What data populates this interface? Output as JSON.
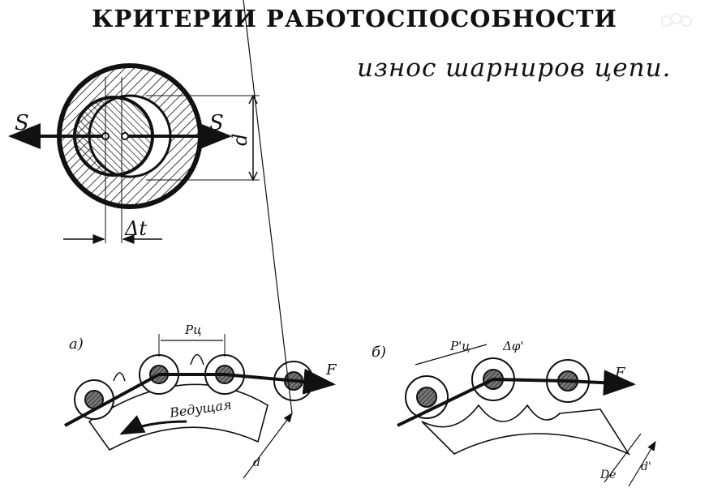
{
  "title": "КРИТЕРИИ РАБОТОСПОСОБНОСТИ",
  "subtitle": "износ шарниров цепи.",
  "figure_top": {
    "force_left": "S",
    "force_right": "S",
    "diameter": "d",
    "wear": "Δt"
  },
  "figure_a": {
    "label": "а)",
    "pitch": "Pц",
    "force": "F",
    "direction": "Ведущая",
    "diameter": "d"
  },
  "figure_b": {
    "label": "б)",
    "pitch": "P'ц",
    "angle": "Δφ'",
    "force": "F",
    "outer_diameter": "Dе",
    "diameter": "d'"
  },
  "colors": {
    "ink": "#111111",
    "paper": "#ffffff"
  }
}
